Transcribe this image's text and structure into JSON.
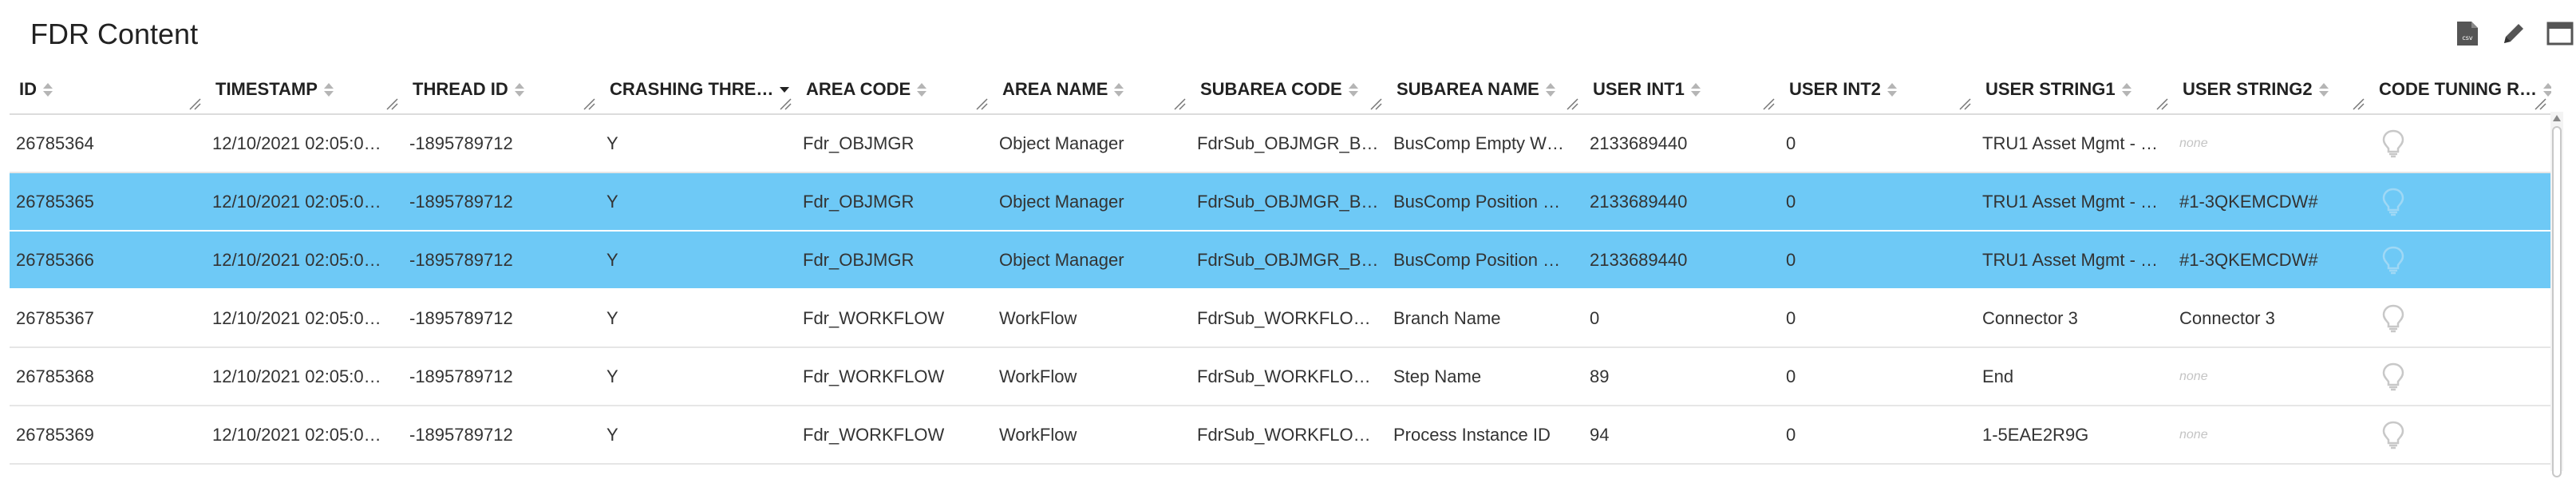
{
  "title": "FDR Content",
  "toolbar": [
    {
      "name": "csv-export-icon",
      "label": "csv"
    },
    {
      "name": "edit-icon",
      "label": ""
    },
    {
      "name": "maximize-icon",
      "label": ""
    }
  ],
  "columns": [
    {
      "key": "id",
      "label": "ID"
    },
    {
      "key": "timestamp",
      "label": "TIMESTAMP"
    },
    {
      "key": "thread_id",
      "label": "THREAD ID"
    },
    {
      "key": "crashing",
      "label": "CRASHING THRE…"
    },
    {
      "key": "area_code",
      "label": "AREA CODE"
    },
    {
      "key": "area_name",
      "label": "AREA NAME"
    },
    {
      "key": "subarea_code",
      "label": "SUBAREA CODE"
    },
    {
      "key": "subarea_name",
      "label": "SUBAREA NAME"
    },
    {
      "key": "user_int1",
      "label": "USER INT1"
    },
    {
      "key": "user_int2",
      "label": "USER INT2"
    },
    {
      "key": "user_string1",
      "label": "USER STRING1"
    },
    {
      "key": "user_string2",
      "label": "USER STRING2"
    },
    {
      "key": "code_tuning",
      "label": "CODE TUNING R…"
    }
  ],
  "sorted_column": "crashing",
  "rows": [
    {
      "selected": false,
      "cells": [
        "26785364",
        "12/10/2021 02:05:0…",
        "-1895789712",
        "Y",
        "Fdr_OBJMGR",
        "Object Manager",
        "FdrSub_OBJMGR_B…",
        "BusComp Empty W…",
        "2133689440",
        "0",
        "TRU1 Asset Mgmt - …",
        "none",
        ""
      ]
    },
    {
      "selected": true,
      "cells": [
        "26785365",
        "12/10/2021 02:05:0…",
        "-1895789712",
        "Y",
        "Fdr_OBJMGR",
        "Object Manager",
        "FdrSub_OBJMGR_B…",
        "BusComp Position …",
        "2133689440",
        "0",
        "TRU1 Asset Mgmt - …",
        "#1-3QKEMCDW#",
        ""
      ]
    },
    {
      "selected": true,
      "cells": [
        "26785366",
        "12/10/2021 02:05:0…",
        "-1895789712",
        "Y",
        "Fdr_OBJMGR",
        "Object Manager",
        "FdrSub_OBJMGR_B…",
        "BusComp Position …",
        "2133689440",
        "0",
        "TRU1 Asset Mgmt - …",
        "#1-3QKEMCDW#",
        ""
      ]
    },
    {
      "selected": false,
      "cells": [
        "26785367",
        "12/10/2021 02:05:0…",
        "-1895789712",
        "Y",
        "Fdr_WORKFLOW",
        "WorkFlow",
        "FdrSub_WORKFLO…",
        "Branch Name",
        "0",
        "0",
        "Connector 3",
        "Connector 3",
        ""
      ]
    },
    {
      "selected": false,
      "cells": [
        "26785368",
        "12/10/2021 02:05:0…",
        "-1895789712",
        "Y",
        "Fdr_WORKFLOW",
        "WorkFlow",
        "FdrSub_WORKFLO…",
        "Step Name",
        "89",
        "0",
        "End",
        "none",
        ""
      ]
    },
    {
      "selected": false,
      "cells": [
        "26785369",
        "12/10/2021 02:05:0…",
        "-1895789712",
        "Y",
        "Fdr_WORKFLOW",
        "WorkFlow",
        "FdrSub_WORKFLO…",
        "Process Instance ID",
        "94",
        "0",
        "1-5EAE2R9G",
        "none",
        ""
      ]
    }
  ],
  "colors": {
    "selected_row": "#6ec9f6",
    "placeholder_text": "#c4c4c4"
  }
}
